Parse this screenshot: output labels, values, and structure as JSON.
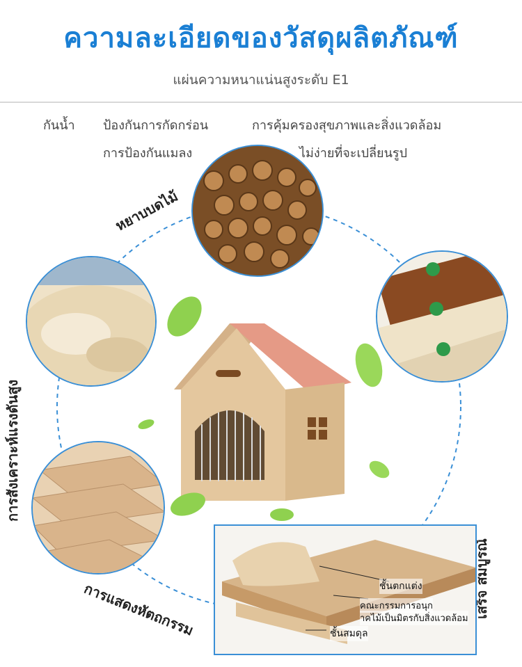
{
  "header": {
    "title": "ความละเอียดของวัสดุผลิตภัณฑ์",
    "subtitle": "แผ่นความหนาแน่นสูงระดับ E1"
  },
  "features": {
    "waterproof": "กันน้ำ",
    "anti_corrosion": "ป้องกันการกัดกร่อน",
    "eco_health": "การคุ้มครองสุขภาพและสิ่งแวดล้อม",
    "insect_proof": "การป้องกันแมลง",
    "no_deform": "ไม่ง่ายที่จะเปลี่ยนรูป"
  },
  "process_steps": {
    "crush_wood": "หยาบบดไม้",
    "high_pressure": "การสังเคราะห์แรงดันสูง",
    "finished": "เสร็จ สมบูรณ์",
    "industry_display": "การแสดงหัตถกรรม"
  },
  "layers": {
    "decor_layer": "ชั้นตกแต่ง",
    "committee_line1": "คณะกรรมการอนุก",
    "committee_line2": "าคไม้เป็นมิตรกับสิ่งแวดล้อม",
    "balance_layer": "ชั้นสมดุล"
  },
  "colors": {
    "accent": "#1a7fd4",
    "circle_border": "#3a8fd6",
    "roof": "#e59a86",
    "wood": "#d9b98c"
  }
}
